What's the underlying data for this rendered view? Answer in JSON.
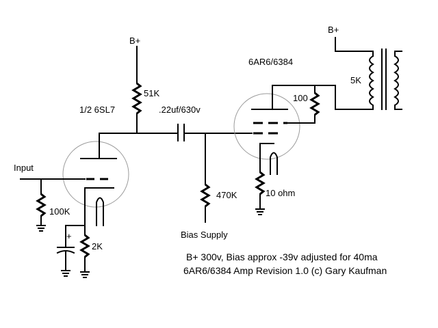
{
  "labels": {
    "bplus_left": "B+",
    "r_plate": "51K",
    "tube1": "1/2 6SL7",
    "cap_coupling": ".22uf/630v",
    "input": "Input",
    "r_grid": "100K",
    "cap_plus": "+",
    "r_cathode1": "2K",
    "r_bias": "470K",
    "bias_supply": "Bias Supply",
    "tube2": "6AR6/6384",
    "r_screen": "100",
    "r_cathode2": "10 ohm",
    "bplus_right": "B+",
    "transformer": "5K"
  },
  "notes": {
    "line1": "B+ 300v, Bias approx -39v adjusted for 40ma",
    "line2": "6AR6/6384 Amp Revision 1.0 (c) Gary Kaufman"
  }
}
